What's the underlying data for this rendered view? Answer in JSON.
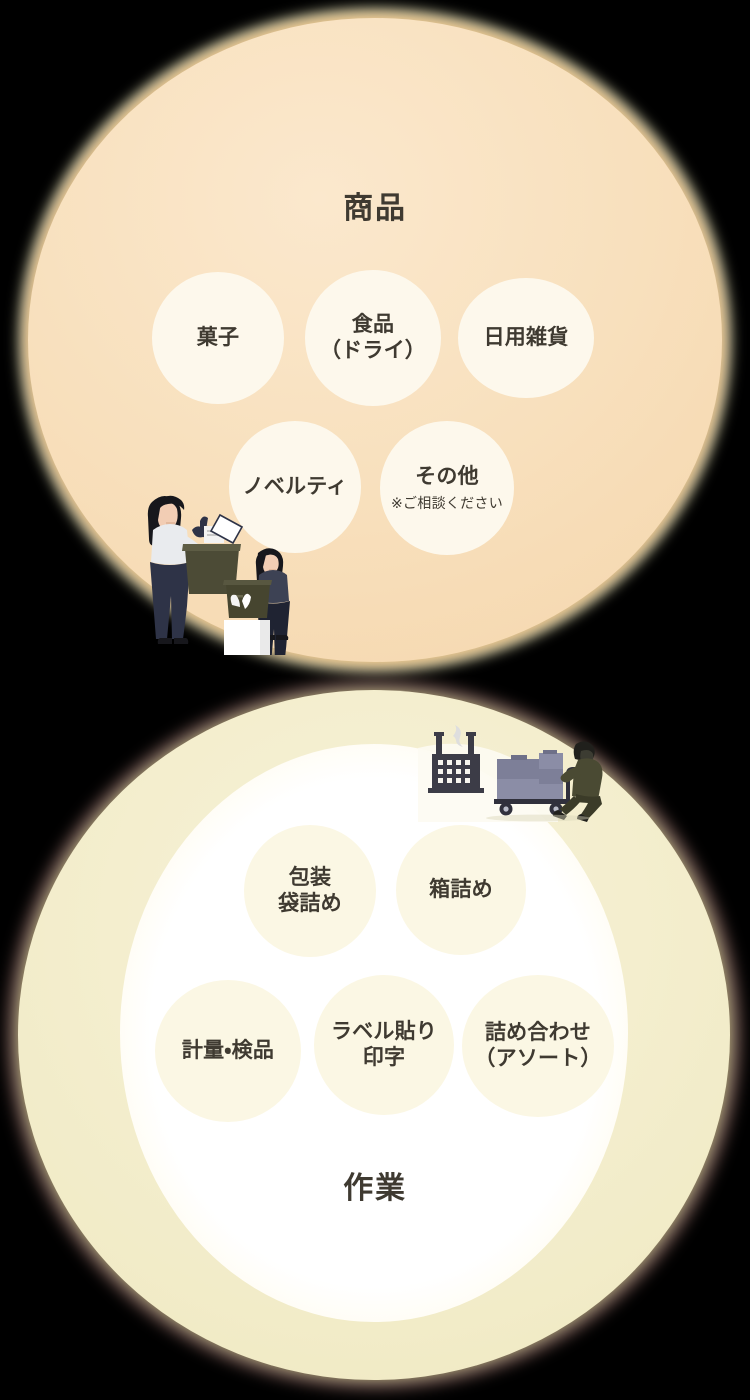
{
  "palette": {
    "text_dark": "#3f3a31",
    "top_disc": "#f8e0bd",
    "top_bubble": "#fdf8ec",
    "bottom_disc": "#f2ecc9",
    "bottom_inner": "#ffffff",
    "bottom_bubble": "#fbf7e4",
    "glow_yellow": "#fff86e",
    "glow_pink": "#f7b2a8"
  },
  "product_section": {
    "title": "商品",
    "illustration_name": "two-women-carrying-boxes-illustration",
    "bubbles": [
      {
        "id": "kashi",
        "label": "菓子",
        "note": ""
      },
      {
        "id": "shokuhin",
        "label_line1": "食品",
        "label_line2": "（ドライ）",
        "note": ""
      },
      {
        "id": "zakka",
        "label": "日用雑貨",
        "note": ""
      },
      {
        "id": "novelty",
        "label": "ノベルティ",
        "note": ""
      },
      {
        "id": "other",
        "label": "その他",
        "note": "※ご相談ください"
      }
    ]
  },
  "work_section": {
    "title": "作業",
    "illustration_name": "factory-and-worker-pushing-cart-illustration",
    "bubbles": [
      {
        "id": "housou",
        "label_line1": "包装",
        "label_line2": "袋詰め"
      },
      {
        "id": "hako",
        "label": "箱詰め"
      },
      {
        "id": "keiryo",
        "label": "計量・検品"
      },
      {
        "id": "label",
        "label_line1": "ラベル貼り",
        "label_line2": "印字"
      },
      {
        "id": "assort",
        "label_line1": "詰め合わせ",
        "label_line2": "（アソート）"
      }
    ]
  }
}
